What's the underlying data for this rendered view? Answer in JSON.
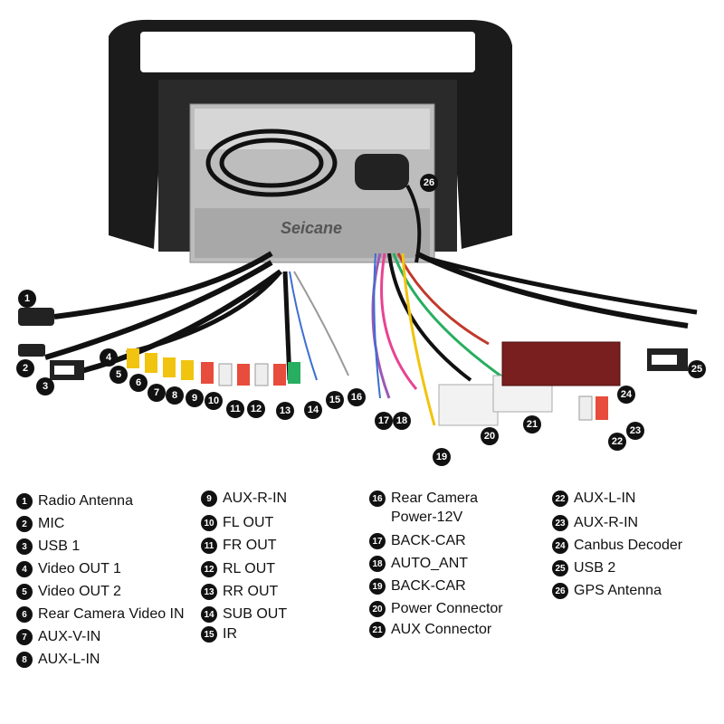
{
  "brand": "Seicane",
  "callouts": [
    "1",
    "2",
    "3",
    "4",
    "5",
    "6",
    "7",
    "8",
    "9",
    "10",
    "11",
    "12",
    "13",
    "14",
    "15",
    "16",
    "17",
    "18",
    "19",
    "20",
    "21",
    "22",
    "23",
    "24",
    "25",
    "26"
  ],
  "legend": [
    {
      "num": "1",
      "label": "Radio Antenna"
    },
    {
      "num": "2",
      "label": "MIC"
    },
    {
      "num": "3",
      "label": "USB 1"
    },
    {
      "num": "4",
      "label": "Video OUT 1"
    },
    {
      "num": "5",
      "label": "Video OUT 2"
    },
    {
      "num": "6",
      "label": "Rear Camera Video IN"
    },
    {
      "num": "7",
      "label": "AUX-V-IN"
    },
    {
      "num": "8",
      "label": "AUX-L-IN"
    },
    {
      "num": "9",
      "label": "AUX-R-IN"
    },
    {
      "num": "10",
      "label": "FL OUT"
    },
    {
      "num": "11",
      "label": "FR OUT"
    },
    {
      "num": "12",
      "label": "RL OUT"
    },
    {
      "num": "13",
      "label": "RR OUT"
    },
    {
      "num": "14",
      "label": "SUB OUT"
    },
    {
      "num": "15",
      "label": "IR"
    },
    {
      "num": "16",
      "label": "Rear Camera\nPower-12V"
    },
    {
      "num": "17",
      "label": "BACK-CAR"
    },
    {
      "num": "18",
      "label": "AUTO_ANT"
    },
    {
      "num": "19",
      "label": "BACK-CAR"
    },
    {
      "num": "20",
      "label": "Power Connector"
    },
    {
      "num": "21",
      "label": "AUX Connector"
    },
    {
      "num": "22",
      "label": "AUX-L-IN"
    },
    {
      "num": "23",
      "label": "AUX-R-IN"
    },
    {
      "num": "24",
      "label": "Canbus Decoder"
    },
    {
      "num": "25",
      "label": "USB 2"
    },
    {
      "num": "26",
      "label": "GPS Antenna"
    }
  ]
}
